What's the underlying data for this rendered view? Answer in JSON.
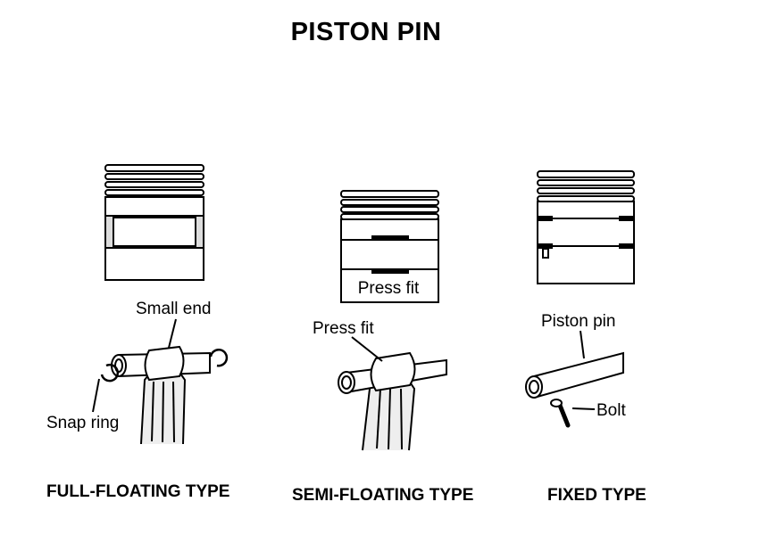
{
  "title": "PISTON PIN",
  "panels": {
    "full_floating": {
      "caption": "FULL-FLOATING TYPE",
      "label_small_end": "Small end",
      "label_snap_ring": "Snap ring"
    },
    "semi_floating": {
      "caption": "SEMI-FLOATING TYPE",
      "label_press_fit_piston": "Press fit",
      "label_press_fit_rod": "Press fit"
    },
    "fixed": {
      "caption": "FIXED TYPE",
      "label_piston_pin": "Piston pin",
      "label_bolt": "Bolt"
    }
  }
}
